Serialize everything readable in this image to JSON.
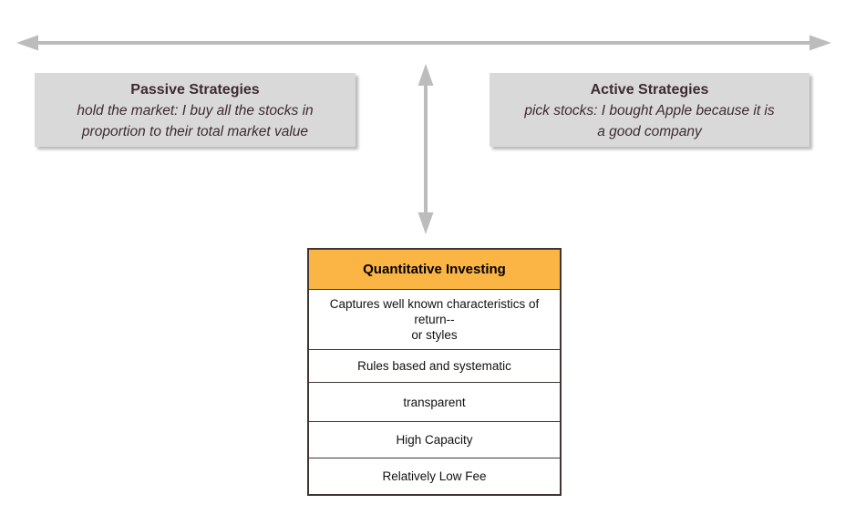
{
  "colors": {
    "arrow_gray": "#bcbcbc",
    "strategy_box_bg": "#d9d9d9",
    "strategy_box_text": "#3e2b31",
    "table_header_bg": "#fbb545",
    "table_border": "#3f3632",
    "table_text": "#111111",
    "background": "#ffffff"
  },
  "passive_box": {
    "title": "Passive Strategies",
    "description": "hold the market: I buy all the stocks in\nproportion to their total market value"
  },
  "active_box": {
    "title": "Active Strategies",
    "description": "pick stocks: I bought Apple because it is\na good company"
  },
  "quant_table": {
    "header": "Quantitative Investing",
    "rows": [
      "Captures well known characteristics of\nreturn--\nor styles",
      "Rules based and systematic",
      "transparent",
      "High Capacity",
      "Relatively Low Fee"
    ]
  }
}
